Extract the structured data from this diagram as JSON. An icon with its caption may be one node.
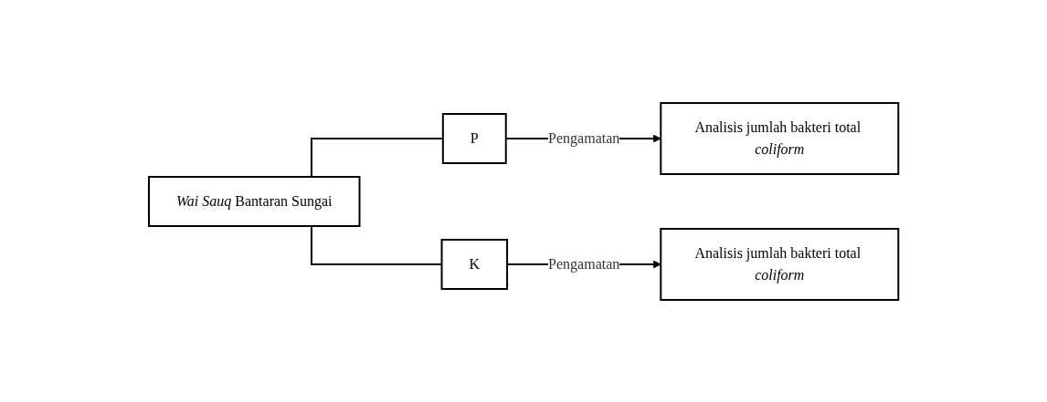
{
  "diagram": {
    "nodes": [
      {
        "text": [
          "*Wai Sauq* Bantaran Sungai"
        ]
      },
      {
        "text": [
          "P"
        ]
      },
      {
        "text": [
          "Analisis jumlah bakteri total *coliform*"
        ]
      },
      {
        "text": [
          "K"
        ]
      },
      {
        "text": [
          "Analisis jumlah bakteri total *coliform*"
        ]
      }
    ],
    "edges": [
      {
        "from": 0,
        "to": 1,
        "arrow": "none"
      },
      {
        "from": 0,
        "to": 3,
        "arrow": "none"
      },
      {
        "from": 1,
        "to": 2,
        "arrow": "to",
        "label": "Pengamatan"
      },
      {
        "from": 3,
        "to": 4,
        "arrow": "to",
        "label": "Pengamatan"
      }
    ]
  }
}
